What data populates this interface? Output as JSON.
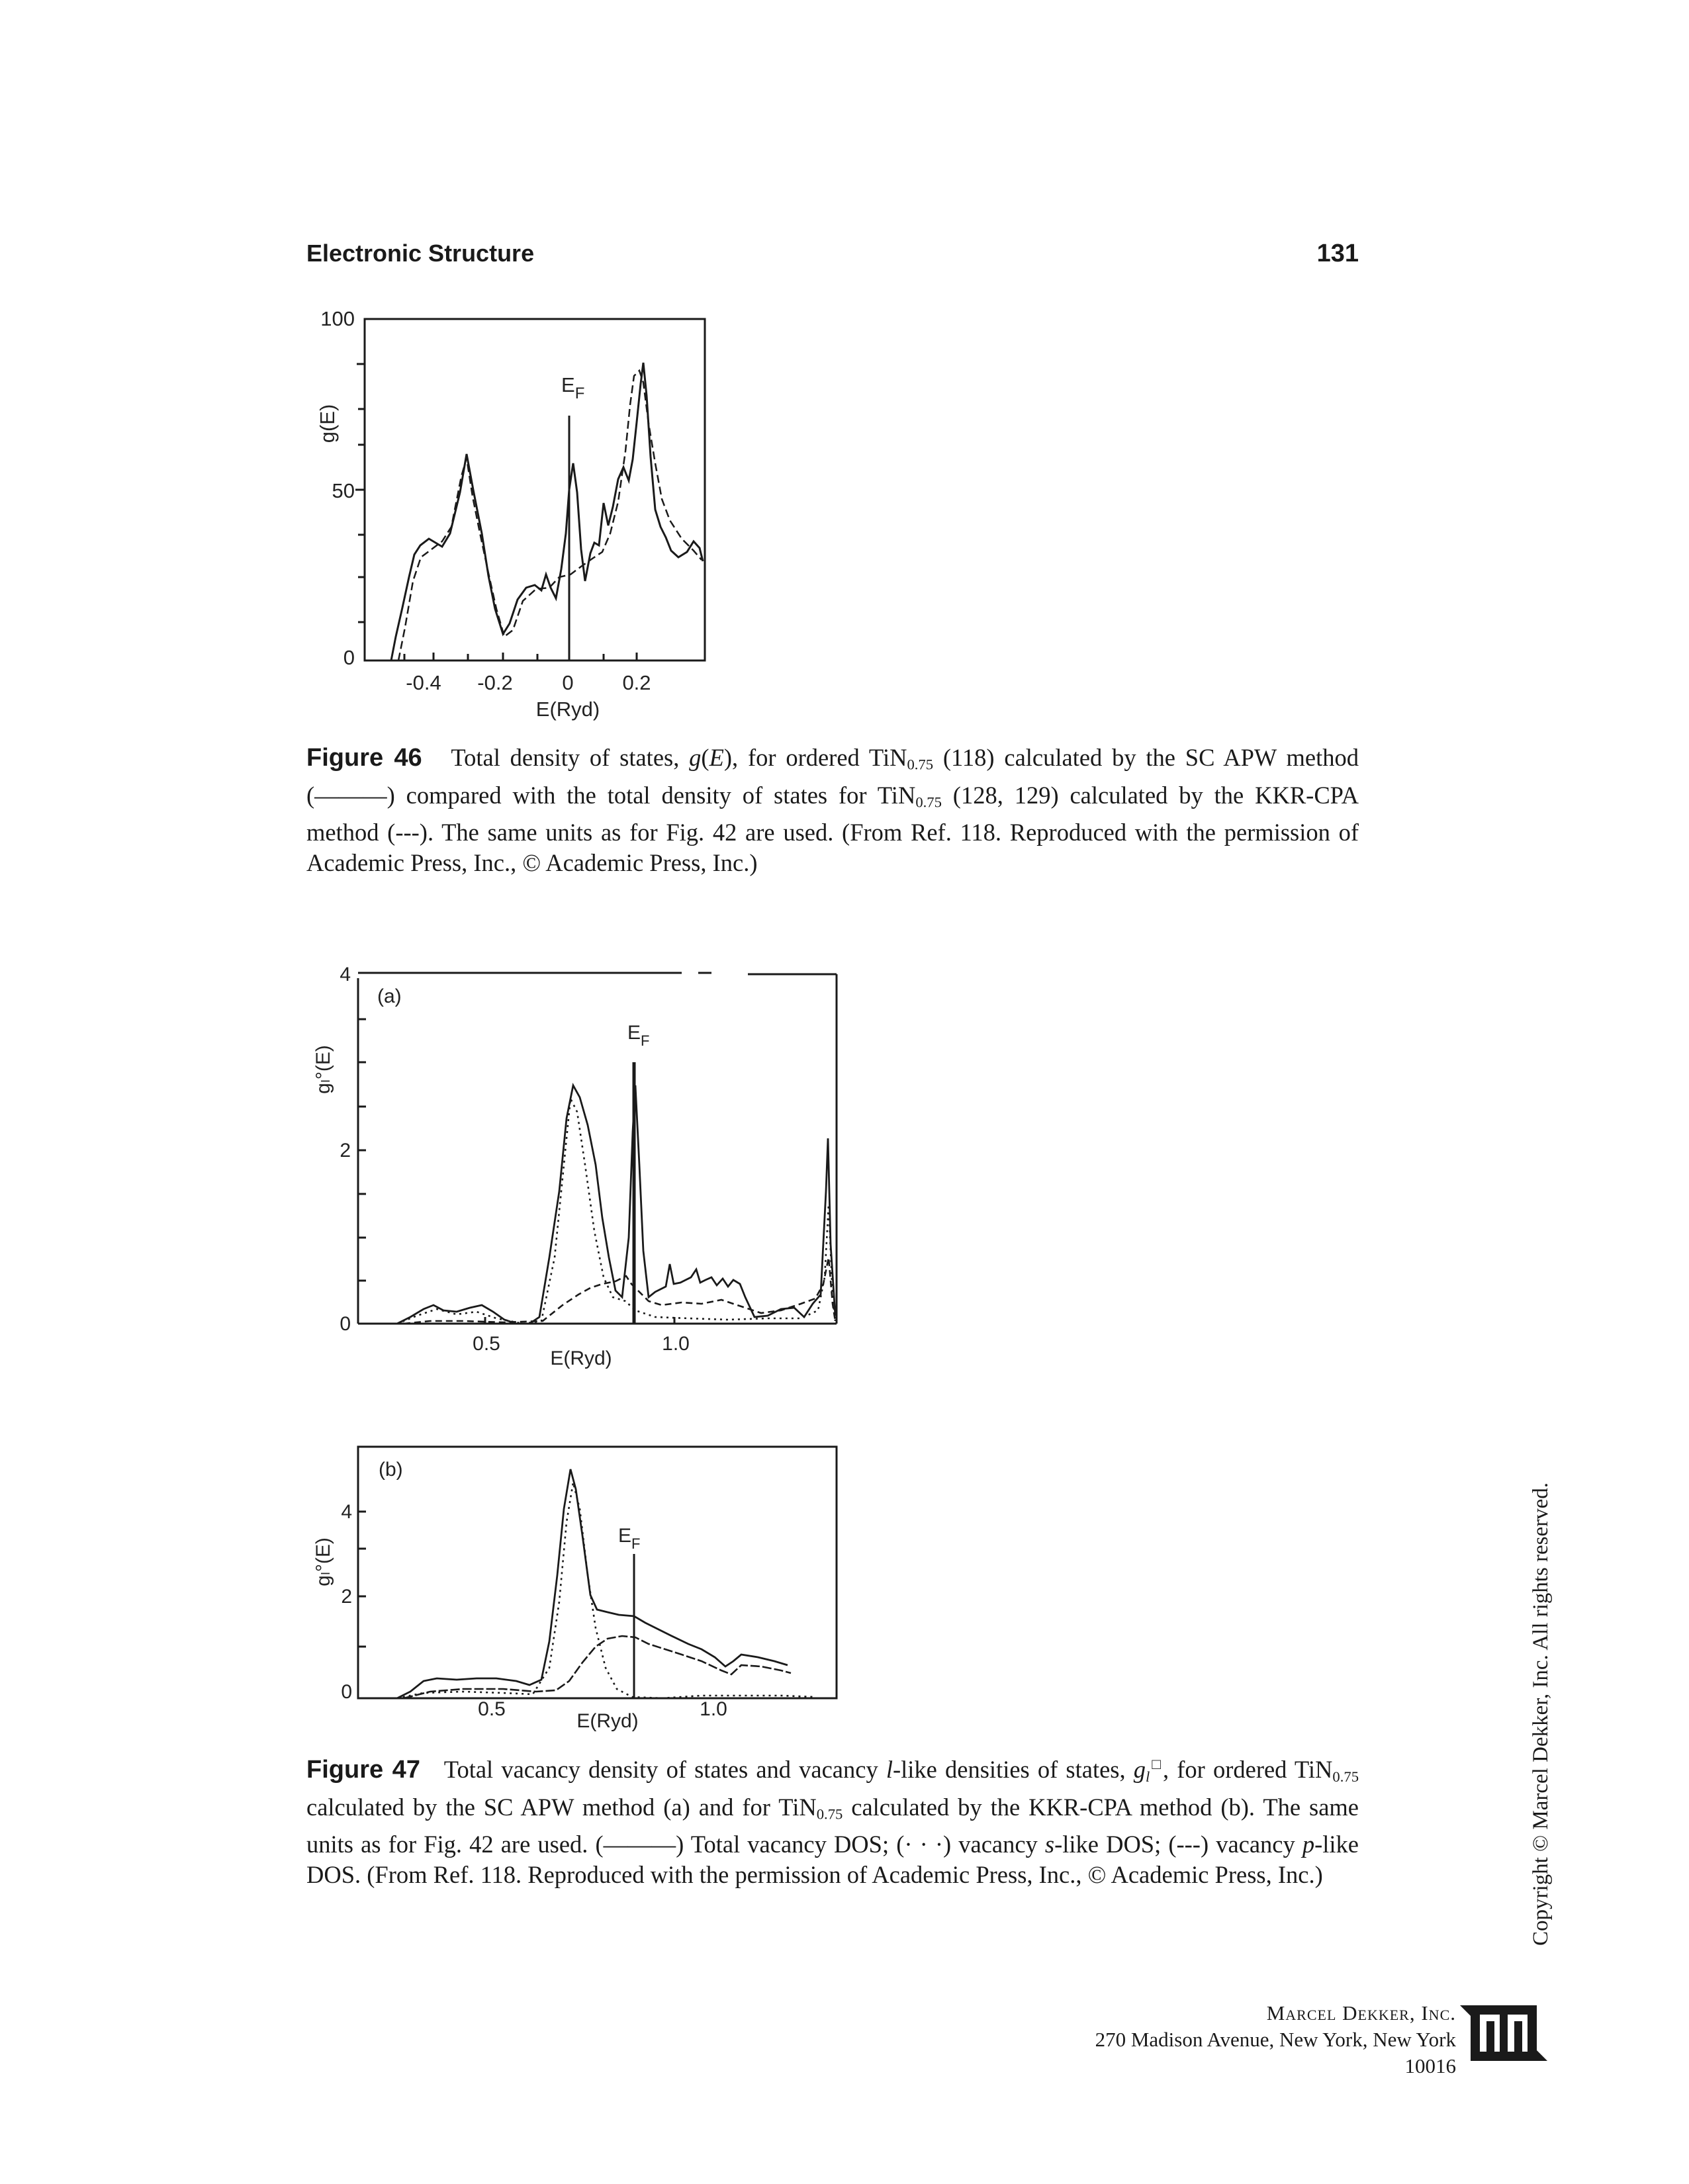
{
  "header": {
    "section_title": "Electronic Structure",
    "page_number": "131"
  },
  "figure46": {
    "y_axis_label": "g(E)",
    "y_ticks": [
      "100",
      "50",
      "0"
    ],
    "x_ticks": [
      "-0.4",
      "-0.2",
      "0",
      "0.2"
    ],
    "x_axis_label": "E(Ryd)",
    "fermi_label": "E",
    "fermi_sub": "F",
    "caption_label": "Figure 46",
    "caption": {
      "t1": "Total density of states, ",
      "g": "g",
      "t2": "(",
      "E": "E",
      "t3": "), for ordered TiN",
      "sub1": "0.75",
      "t4": " (118) calculated by the SC APW method (———) compared with the total density of states for TiN",
      "sub2": "0.75",
      "t5": " (128, 129) calculated by the KKR-CPA method (---). The same units as for Fig. 42 are used. (From Ref. 118. Reproduced with the permission of Academic Press, Inc., © Academic Press, Inc.)"
    }
  },
  "figure47": {
    "panel_a": {
      "label": "(a)",
      "y_axis_label": "gₗ°(E)",
      "y_ticks": [
        "4",
        "2",
        "0"
      ],
      "x_ticks": [
        "0.5",
        "1.0"
      ],
      "x_axis_label": "E(Ryd)",
      "fermi_label": "E",
      "fermi_sub": "F"
    },
    "panel_b": {
      "label": "(b)",
      "y_axis_label": "gₗ°(E)",
      "y_ticks": [
        "4",
        "2",
        "0"
      ],
      "x_ticks": [
        "0.5",
        "1.0"
      ],
      "x_axis_label": "E(Ryd)",
      "fermi_label": "E",
      "fermi_sub": "F"
    },
    "caption_label": "Figure 47",
    "caption": {
      "t1": "Total vacancy density of states and vacancy ",
      "l1": "l",
      "t2": "-like densities of states, ",
      "g": "g",
      "gsub": "l",
      "gsup": "□",
      "t3": ", for ordered TiN",
      "sub1": "0.75",
      "t4": " calculated by the SC APW method (a) and for TiN",
      "sub2": "0.75",
      "t5": " calculated by the KKR-CPA method (b). The same units as for Fig. 42 are used. (———) Total vacancy DOS; (· · ·) vacancy ",
      "s": "s",
      "t6": "-like DOS; (---) vacancy ",
      "p": "p",
      "t7": "-like DOS. (From Ref. 118. Reproduced with the permission of Academic Press, Inc., © Academic Press, Inc.)"
    }
  },
  "copyright": "Copyright © Marcel Dekker, Inc. All rights reserved.",
  "publisher": {
    "name": "Marcel Dekker, Inc.",
    "address": "270 Madison Avenue, New York, New York 10016"
  }
}
